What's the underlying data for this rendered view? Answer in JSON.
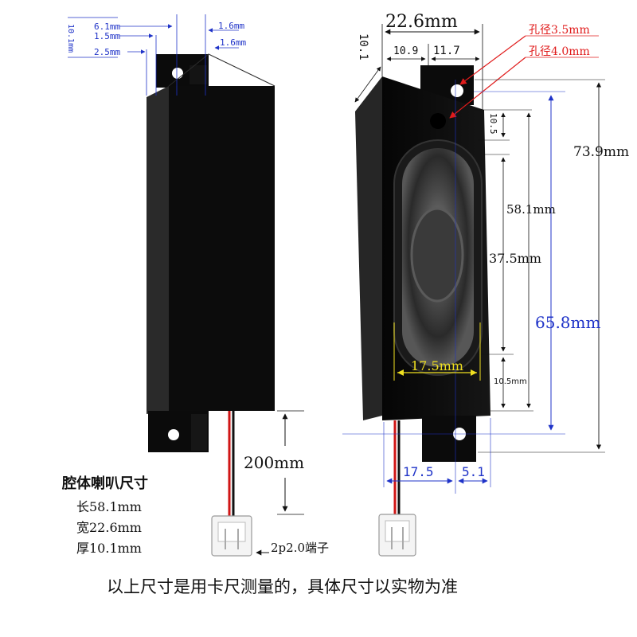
{
  "left_view": {
    "dims": {
      "a": "6.1mm",
      "b": "1.5mm",
      "c": "2.5mm",
      "d": "10.1mm",
      "e": "1.6mm",
      "f": "1.6mm"
    },
    "wire_length": "200mm",
    "connector_label": "2p2.0端子",
    "spec_title": "腔体喇叭尺寸",
    "spec_length": "长58.1mm",
    "spec_width": "宽22.6mm",
    "spec_thickness": "厚10.1mm"
  },
  "right_view": {
    "width_total": "22.6mm",
    "depth": "10.1",
    "half_left": "10.9",
    "half_right": "11.7",
    "hole_a": "孔径3.5mm",
    "hole_b": "孔径4.0mm",
    "margin_top": "10.5",
    "inner_length": "58.1mm",
    "driver_length": "37.5mm",
    "margin_bottom": "10.5mm",
    "hole_spacing": "65.8mm",
    "total_length": "73.9mm",
    "driver_width": "17.5mm",
    "bottom_left": "17.5",
    "bottom_right": "5.1"
  },
  "footer_note": "以上尺寸是用卡尺测量的，具体尺寸以实物为准"
}
